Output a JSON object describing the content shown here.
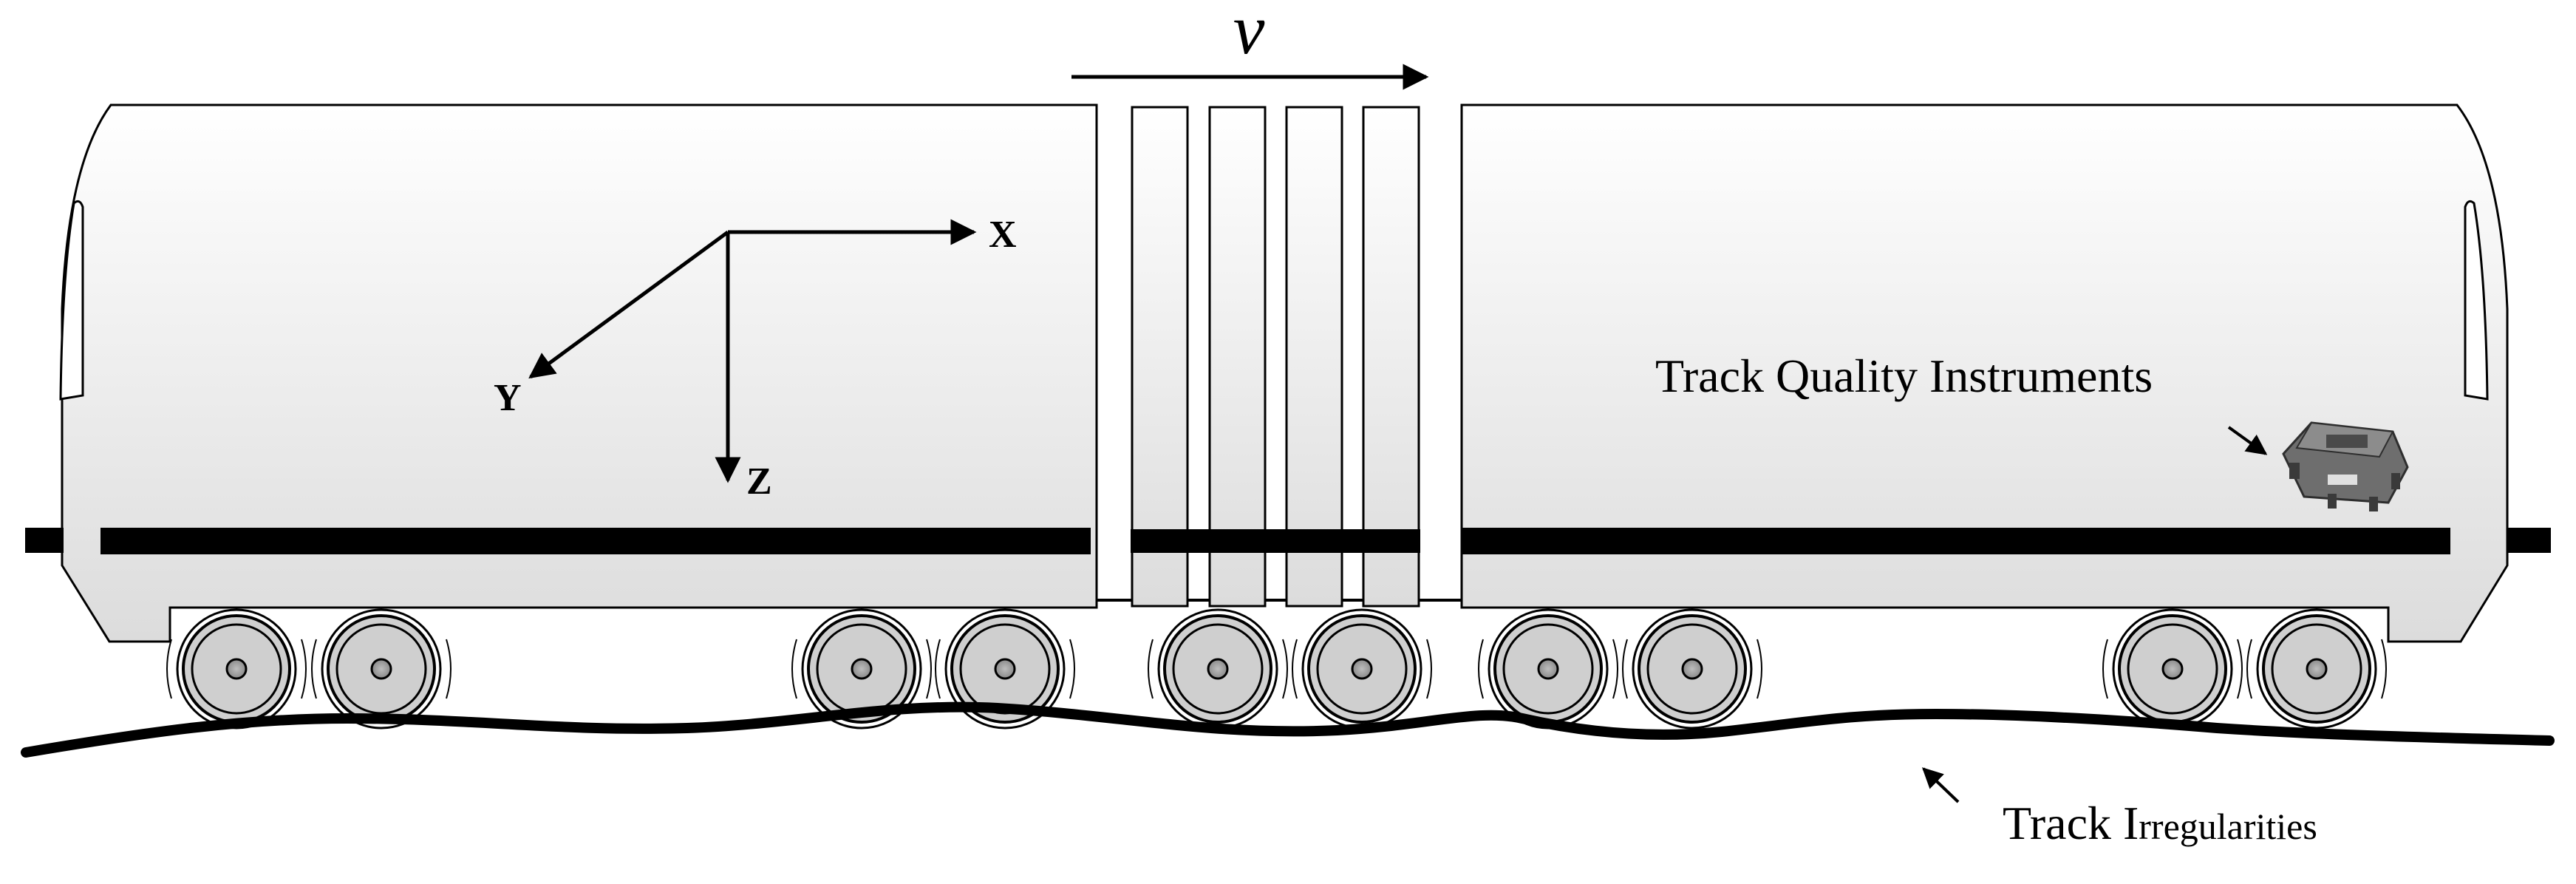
{
  "labels": {
    "velocity": "v",
    "axis_x": "X",
    "axis_y": "Y",
    "axis_z": "Z",
    "instruments": "Track Quality Instruments",
    "irregularities_cap": "Track I",
    "irregularities_rest": "rregularities"
  },
  "icons": {
    "instrument_box": "sensor-box-icon"
  },
  "colors": {
    "body_top": "#ffffff",
    "body_bottom": "#dedede",
    "stroke": "#000000",
    "wheel_fill": "#cfcfcf",
    "instrument_box": "#6e6e6e"
  }
}
